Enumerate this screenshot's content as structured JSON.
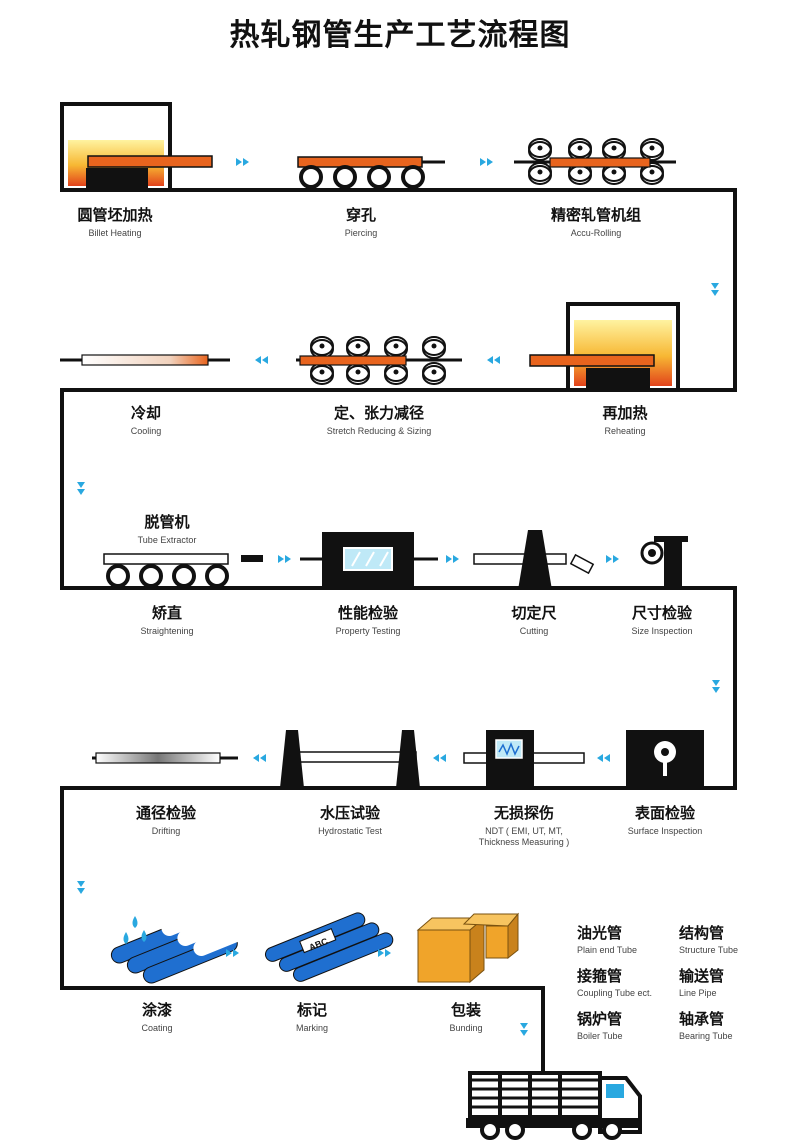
{
  "title": "热轧钢管生产工艺流程图",
  "steps": [
    {
      "zh": "圆管坯加热",
      "en": "Billet Heating"
    },
    {
      "zh": "穿孔",
      "en": "Piercing"
    },
    {
      "zh": "精密轧管机组",
      "en": "Accu-Rolling"
    },
    {
      "zh": "再加热",
      "en": "Reheating"
    },
    {
      "zh": "定、张力减径",
      "en": "Stretch Reducing & Sizing"
    },
    {
      "zh": "冷却",
      "en": "Cooling"
    },
    {
      "zh": "脱管机",
      "en": "Tube Extractor"
    },
    {
      "zh": "矫直",
      "en": "Straightening"
    },
    {
      "zh": "性能检验",
      "en": "Property Testing"
    },
    {
      "zh": "切定尺",
      "en": "Cutting"
    },
    {
      "zh": "尺寸检验",
      "en": "Size Inspection"
    },
    {
      "zh": "表面检验",
      "en": "Surface Inspection"
    },
    {
      "zh": "无损探伤",
      "en": "NDT ( EMI, UT, MT,",
      "en2": "Thickness Measuring )"
    },
    {
      "zh": "水压试验",
      "en": "Hydrostatic Test"
    },
    {
      "zh": "通径检验",
      "en": "Drifting"
    },
    {
      "zh": "涂漆",
      "en": "Coating"
    },
    {
      "zh": "标记",
      "en": "Marking"
    },
    {
      "zh": "包装",
      "en": "Bunding"
    }
  ],
  "products": [
    {
      "zh": "油光管",
      "en": "Plain end Tube"
    },
    {
      "zh": "结构管",
      "en": "Structure Tube"
    },
    {
      "zh": "接箍管",
      "en": "Coupling Tube ect."
    },
    {
      "zh": "输送管",
      "en": "Line Pipe"
    },
    {
      "zh": "锅炉管",
      "en": "Boiler Tube"
    },
    {
      "zh": "轴承管",
      "en": "Bearing Tube"
    }
  ],
  "marking_text": "ABC",
  "colors": {
    "line": "#111111",
    "arrow": "#29a8e0",
    "hot": "#e8641e",
    "furnace": "#f5a623",
    "box": "#f0a42a",
    "pipe_blue": "#1f6fd0"
  }
}
